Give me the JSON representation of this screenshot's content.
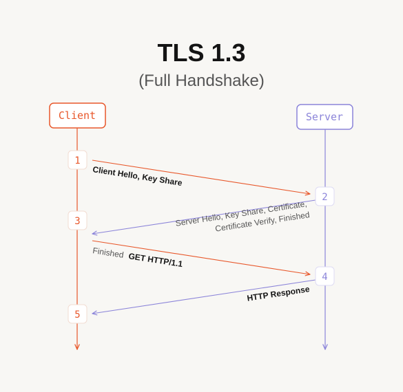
{
  "title": "TLS 1.3",
  "subtitle": "(Full Handshake)",
  "colors": {
    "client": "#e8572a",
    "server": "#8b84d9",
    "text": "#141414",
    "muted": "#555555"
  },
  "participants": {
    "client": "Client",
    "server": "Server"
  },
  "steps": [
    {
      "n": "1",
      "side": "client"
    },
    {
      "n": "2",
      "side": "server"
    },
    {
      "n": "3",
      "side": "client"
    },
    {
      "n": "4",
      "side": "server"
    },
    {
      "n": "5",
      "side": "client"
    }
  ],
  "messages": {
    "m1": "Client Hello, Key Share",
    "m2_line1": "Server Hello, Key Share, Certificate,",
    "m2_line2": "Certificate Verify, Finished",
    "m3_prefix": "Finished",
    "m3_main": "GET HTTP/1.1",
    "m4": "HTTP Response"
  }
}
